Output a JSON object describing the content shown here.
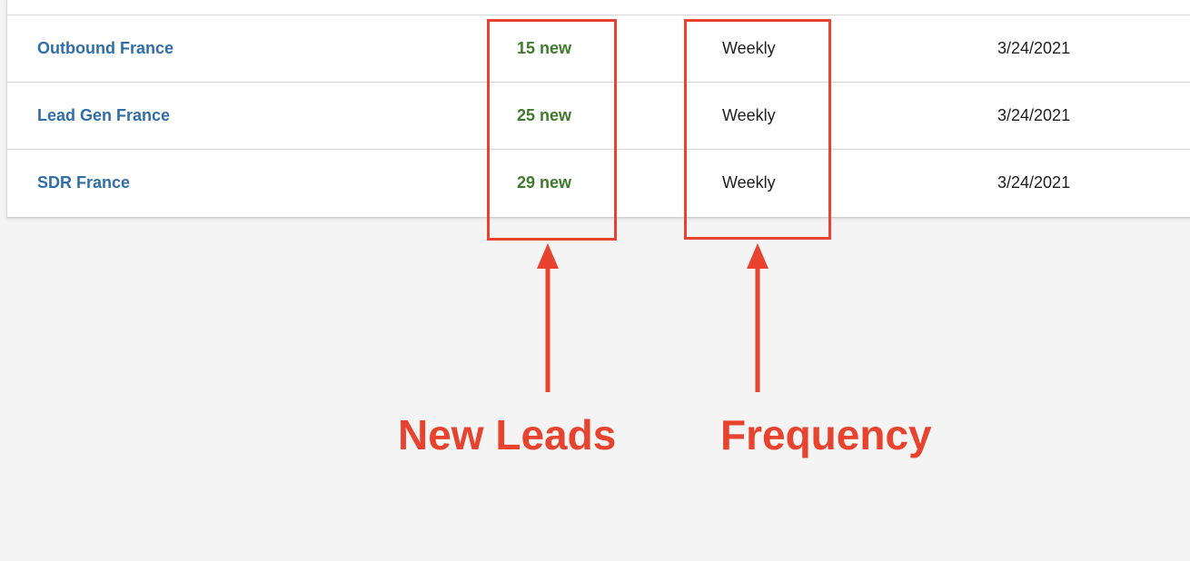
{
  "table": {
    "rows": [
      {
        "name": "Outbound France",
        "new_leads": "15 new",
        "frequency": "Weekly",
        "date": "3/24/2021"
      },
      {
        "name": "Lead Gen France",
        "new_leads": "25 new",
        "frequency": "Weekly",
        "date": "3/24/2021"
      },
      {
        "name": "SDR France",
        "new_leads": "29 new",
        "frequency": "Weekly",
        "date": "3/24/2021"
      }
    ]
  },
  "annotations": {
    "new_leads_label": "New Leads",
    "frequency_label": "Frequency",
    "color": "#e8432f"
  },
  "colors": {
    "link": "#2f6ea8",
    "new_leads_text": "#3f7a2c",
    "background": "#f4f4f4"
  }
}
